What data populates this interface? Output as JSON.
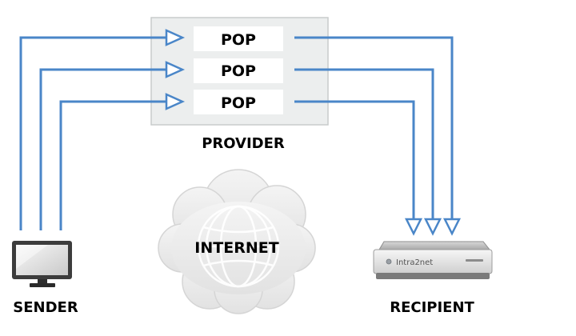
{
  "provider": {
    "label": "PROVIDER",
    "pops": [
      {
        "label": "POP"
      },
      {
        "label": "POP"
      },
      {
        "label": "POP"
      }
    ]
  },
  "internet": {
    "label": "INTERNET"
  },
  "sender": {
    "label": "SENDER",
    "icon": "monitor-icon"
  },
  "recipient": {
    "label": "RECIPIENT",
    "icon": "server-appliance-icon",
    "device_brand": "Intra2net"
  },
  "colors": {
    "connection": "#4a86c8",
    "provider_box": "#eceeee",
    "provider_border": "#c8cccc",
    "cloud_fill": "#ebebeb",
    "cloud_stroke": "#d5d5d5"
  }
}
